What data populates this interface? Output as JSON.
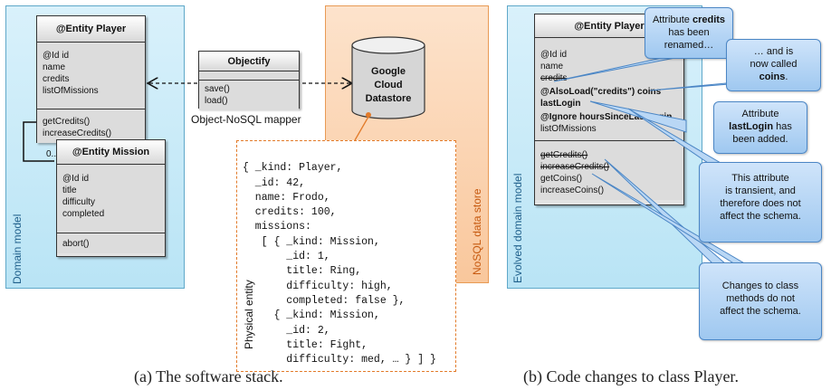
{
  "panel_a": {
    "label": "Domain model",
    "player": {
      "title": "@Entity Player",
      "attributes": [
        "@Id id",
        "name",
        "credits",
        "listOfMissions"
      ],
      "methods": [
        "getCredits()",
        "increaseCredits()"
      ]
    },
    "mission": {
      "title": "@Entity Mission",
      "attributes": [
        "@Id id",
        "title",
        "difficulty",
        "completed"
      ],
      "methods": [
        "abort()"
      ]
    },
    "multiplicity": "0..*",
    "objectify": {
      "title": "Objectify",
      "methods": [
        "save()",
        "load()"
      ],
      "caption": "Object-NoSQL mapper"
    },
    "datastore": {
      "label_lines": [
        "Google",
        "Cloud",
        "Datastore"
      ]
    },
    "nosql_label": "NoSQL data store",
    "entity_label": "Physical entity",
    "entity_lines": [
      "{ _kind: Player,",
      "  _id: 42,",
      "  name: Frodo,",
      "  credits: 100,",
      "  missions:",
      "   [ { _kind: Mission,",
      "       _id: 1,",
      "       title: Ring,",
      "       difficulty: high,",
      "       completed: false },",
      "     { _kind: Mission,",
      "       _id: 2,",
      "       title: Fight,",
      "       difficulty: med, … } ] }"
    ],
    "caption": "(a) The software stack."
  },
  "panel_b": {
    "label": "Evolved domain model",
    "player": {
      "title": "@Entity Player",
      "attr_id": "@Id id",
      "attr_name": "name",
      "attr_credits": "credits",
      "attr_coins": "@AlsoLoad(\"credits\") coins",
      "attr_lastlogin": "lastLogin",
      "attr_ignore": "@Ignore hoursSinceLastLogin",
      "attr_missions": "listOfMissions",
      "method_getcredits": "getCredits()",
      "method_increasecredits": "increaseCredits()",
      "method_getcoins": "getCoins()",
      "method_increasecoins": "increaseCoins()"
    },
    "callouts": {
      "renamed": {
        "pre": "Attribute ",
        "bold": "credits",
        "l2": "has been",
        "l3": "renamed…"
      },
      "coins": {
        "l1": "… and is",
        "l2": "now called",
        "bold": "coins",
        "post": "."
      },
      "lastlogin": {
        "l1": "Attribute",
        "bold": "lastLogin",
        "post": " has",
        "l3": "been added."
      },
      "transient": {
        "l1": "This attribute",
        "l2": "is transient, and",
        "l3": "therefore does not",
        "l4": "affect the schema."
      },
      "methods": {
        "l1": "Changes to class",
        "l2": "methods do not",
        "l3": "affect the schema."
      }
    },
    "caption": "(b) Code changes to class Player."
  }
}
